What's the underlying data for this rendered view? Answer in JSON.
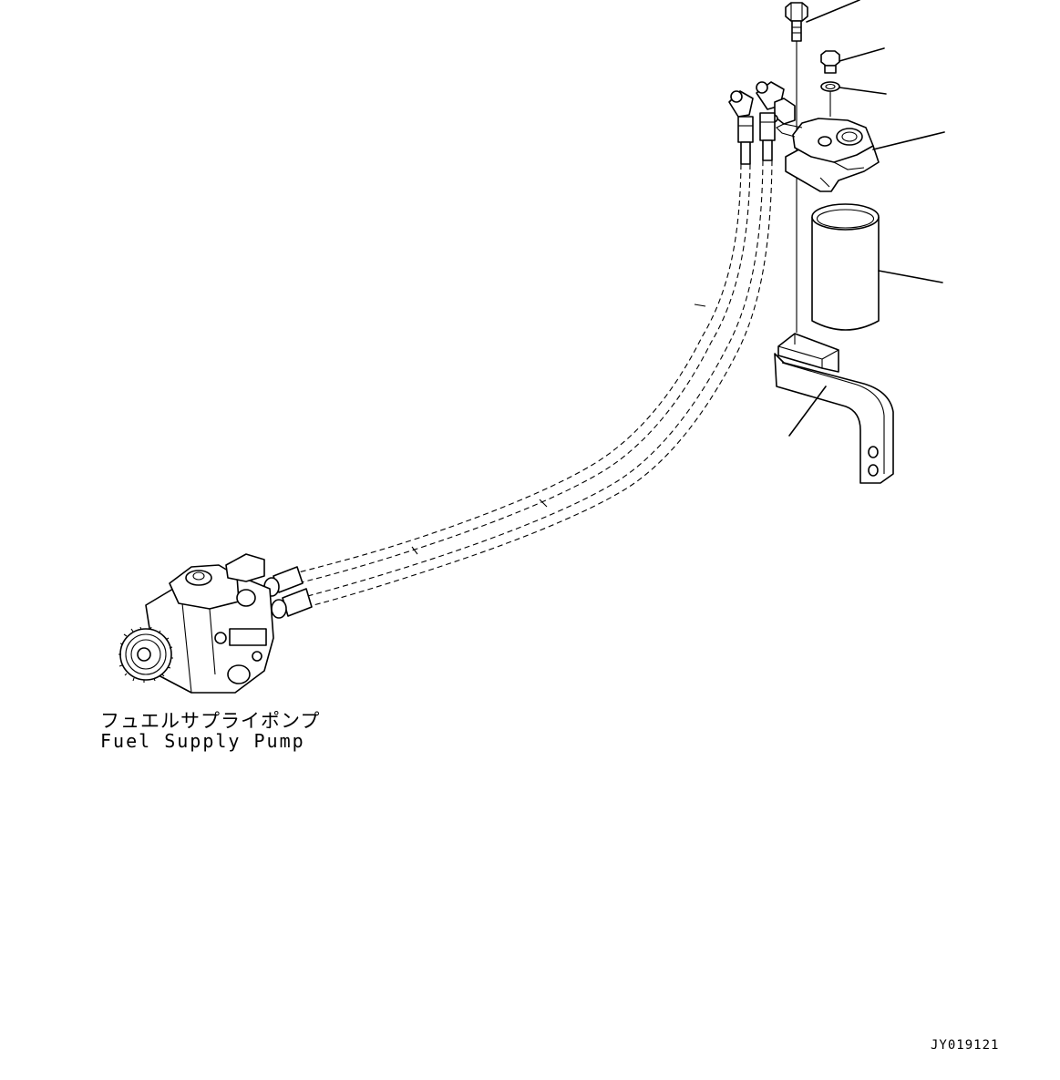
{
  "pump_label": {
    "japanese": "フュエルサプライポンプ",
    "english": "Fuel Supply Pump"
  },
  "drawing_code": "JY019121",
  "parts": [
    {
      "name": "bolt"
    },
    {
      "name": "plug"
    },
    {
      "name": "washer"
    },
    {
      "name": "filter-head"
    },
    {
      "name": "filter-cartridge"
    },
    {
      "name": "bracket"
    },
    {
      "name": "fuel-hose-pair"
    },
    {
      "name": "fuel-supply-pump"
    }
  ],
  "colors": {
    "ink": "#000000",
    "paper": "#ffffff"
  }
}
